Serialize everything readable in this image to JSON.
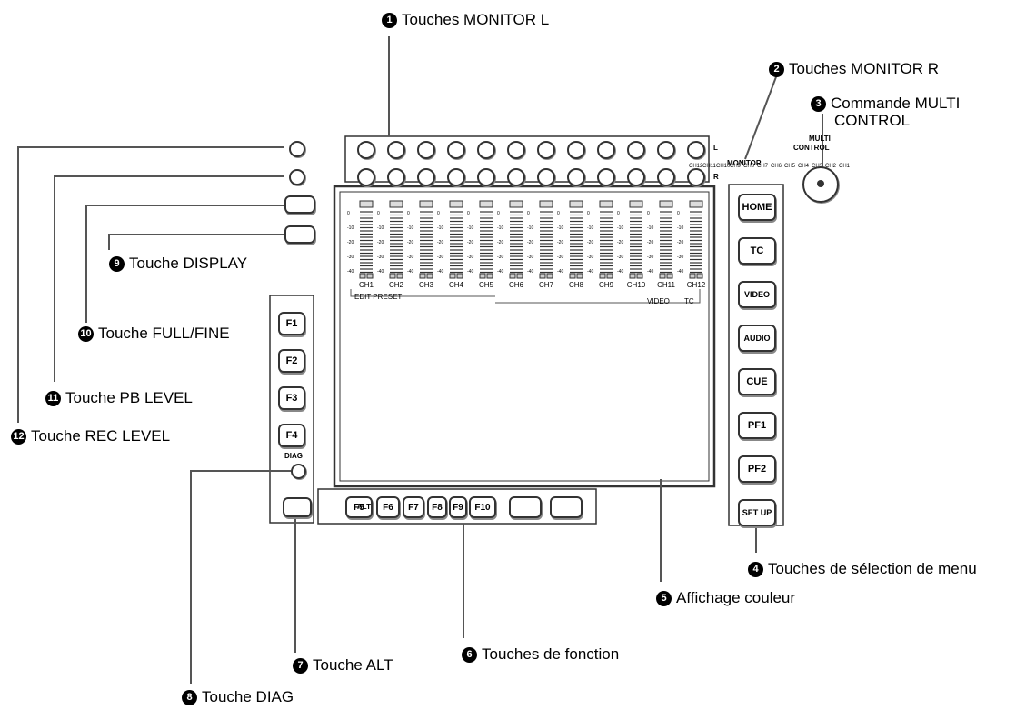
{
  "callouts": [
    {
      "num": "1",
      "text": "Touches MONITOR L"
    },
    {
      "num": "2",
      "text": "Touches MONITOR R"
    },
    {
      "num": "3",
      "text": "Commande MULTI",
      "text2": "CONTROL"
    },
    {
      "num": "4",
      "text": "Touches de sélection de menu"
    },
    {
      "num": "5",
      "text": "Affichage couleur"
    },
    {
      "num": "6",
      "text": "Touches de fonction"
    },
    {
      "num": "7",
      "text": "Touche ALT"
    },
    {
      "num": "8",
      "text": "Touche DIAG"
    },
    {
      "num": "9",
      "text": "Touche DISPLAY"
    },
    {
      "num": "10",
      "text": "Touche FULL/FINE"
    },
    {
      "num": "11",
      "text": "Touche PB LEVEL"
    },
    {
      "num": "12",
      "text": "Touche REC LEVEL"
    }
  ],
  "monitor_labels": {
    "l": "L",
    "r": "R",
    "tag": "MONITOR"
  },
  "monitor_channels": [
    "CH12",
    "CH11",
    "CH10",
    "CH9",
    "CH8",
    "CH7",
    "CH6",
    "CH5",
    "CH4",
    "CH3",
    "CH2",
    "CH1"
  ],
  "multi_control_label": {
    "line1": "MULTI",
    "line2": "CONTROL"
  },
  "menu_buttons": [
    "HOME",
    "TC",
    "VIDEO",
    "AUDIO",
    "CUE",
    "PF1",
    "PF2",
    "SET UP"
  ],
  "f_buttons": [
    "F1",
    "F2",
    "F3",
    "F4"
  ],
  "bottom_buttons": [
    "F5",
    "F6",
    "F7",
    "F8",
    "F9",
    "F10",
    "",
    ""
  ],
  "alt_label": "ALT",
  "diag_label": "DIAG",
  "display": {
    "channels": [
      "CH1",
      "CH2",
      "CH3",
      "CH4",
      "CH5",
      "CH6",
      "CH7",
      "CH8",
      "CH9",
      "CH10",
      "CH11",
      "CH12"
    ],
    "scale": [
      "0",
      "-10",
      "-20",
      "-30",
      "-40"
    ],
    "edit_preset": "EDIT PRESET",
    "video": "VIDEO",
    "tc": "TC"
  }
}
